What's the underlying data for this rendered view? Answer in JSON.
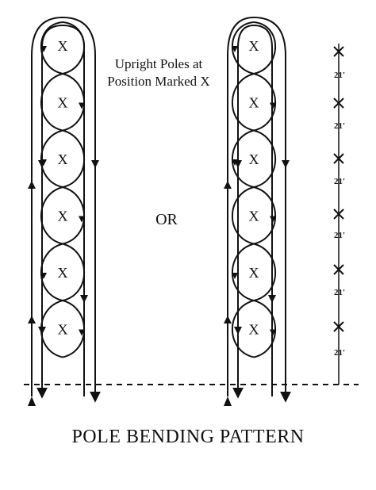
{
  "diagram": {
    "upright_note": "Upright Poles at Position Marked X",
    "or_label": "OR",
    "caption": "POLE BENDING PATTERN",
    "pole_marker": "X",
    "spacing_label": "21'",
    "pole_count": 6,
    "spacing_count": 6
  },
  "colors": {
    "ink": "#111111",
    "background": "#ffffff"
  }
}
